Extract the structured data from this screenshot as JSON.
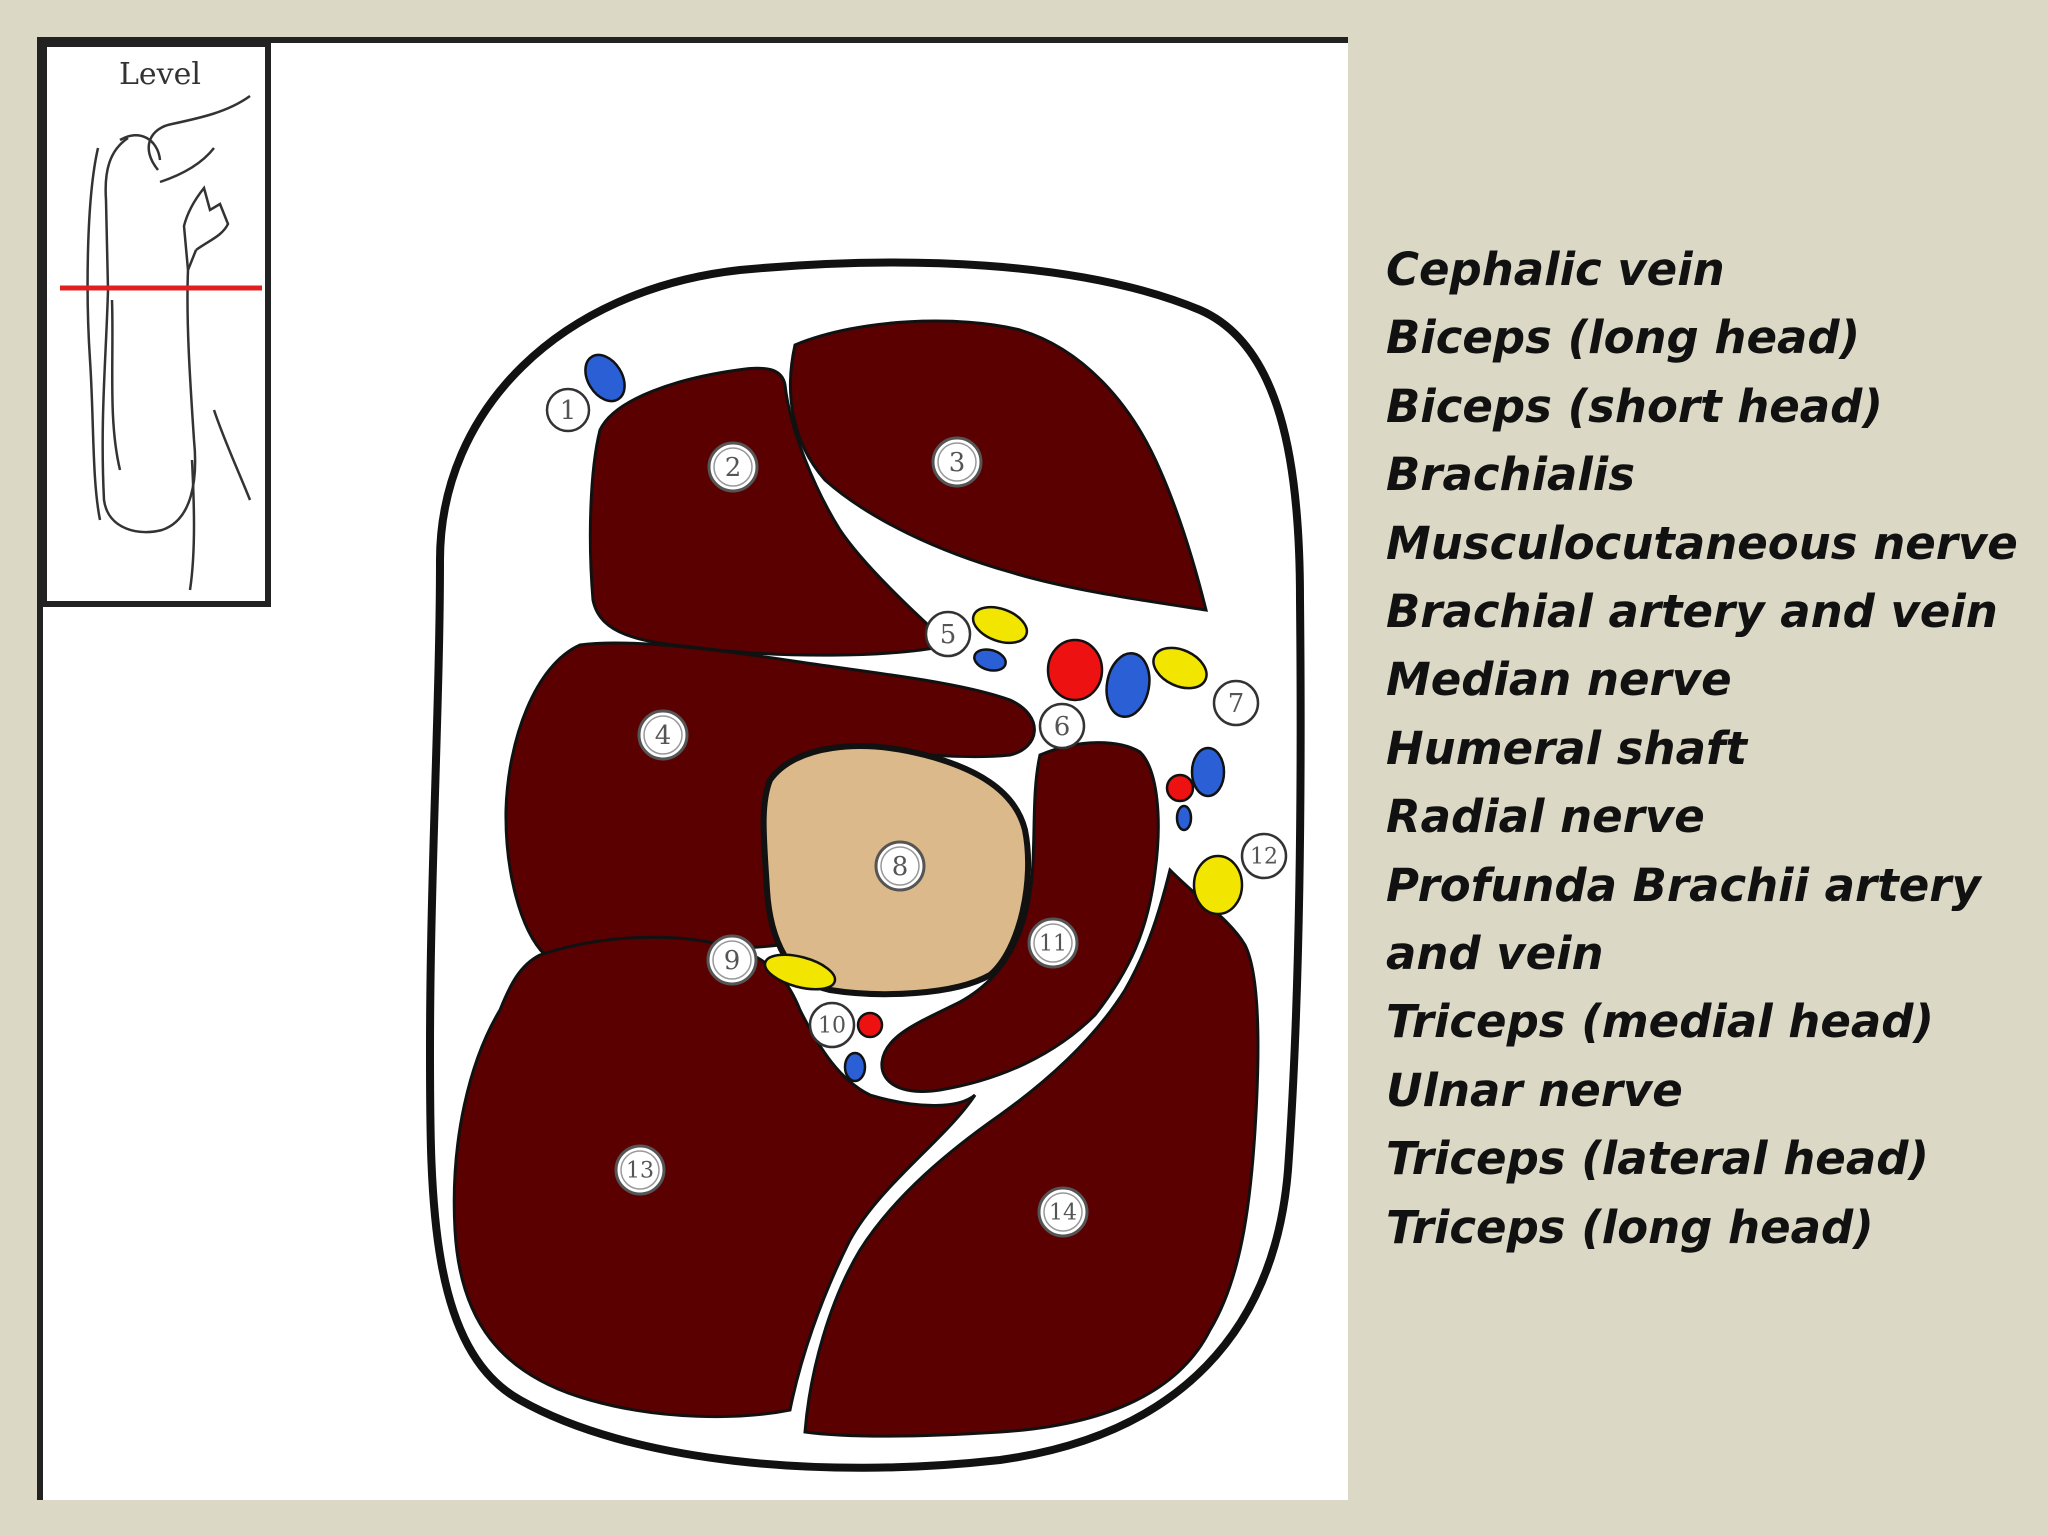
{
  "inset": {
    "label": "Level"
  },
  "colors": {
    "background": "#dcd8c6",
    "muscle": "#5a0000",
    "bone": "#dbb98a",
    "artery": "#ee1111",
    "vein": "#2a5fd6",
    "nerve": "#f2e500",
    "level_line": "#e02020"
  },
  "structures": [
    {
      "number": "1",
      "label": "Cephalic vein"
    },
    {
      "number": "2",
      "label": "Biceps (long head)"
    },
    {
      "number": "3",
      "label": "Biceps (short head)"
    },
    {
      "number": "4",
      "label": "Brachialis"
    },
    {
      "number": "5",
      "label": "Musculocutaneous nerve"
    },
    {
      "number": "6",
      "label": "Brachial artery and vein"
    },
    {
      "number": "7",
      "label": "Median nerve"
    },
    {
      "number": "8",
      "label": "Humeral shaft"
    },
    {
      "number": "9",
      "label": "Radial nerve"
    },
    {
      "number": "10",
      "label": "Profunda Brachii artery"
    },
    {
      "number": "",
      "label": "and vein"
    },
    {
      "number": "11",
      "label": "Triceps (medial head)"
    },
    {
      "number": "12",
      "label": "Ulnar nerve"
    },
    {
      "number": "13",
      "label": "Triceps (lateral head)"
    },
    {
      "number": "14",
      "label": "Triceps (long head)"
    }
  ]
}
